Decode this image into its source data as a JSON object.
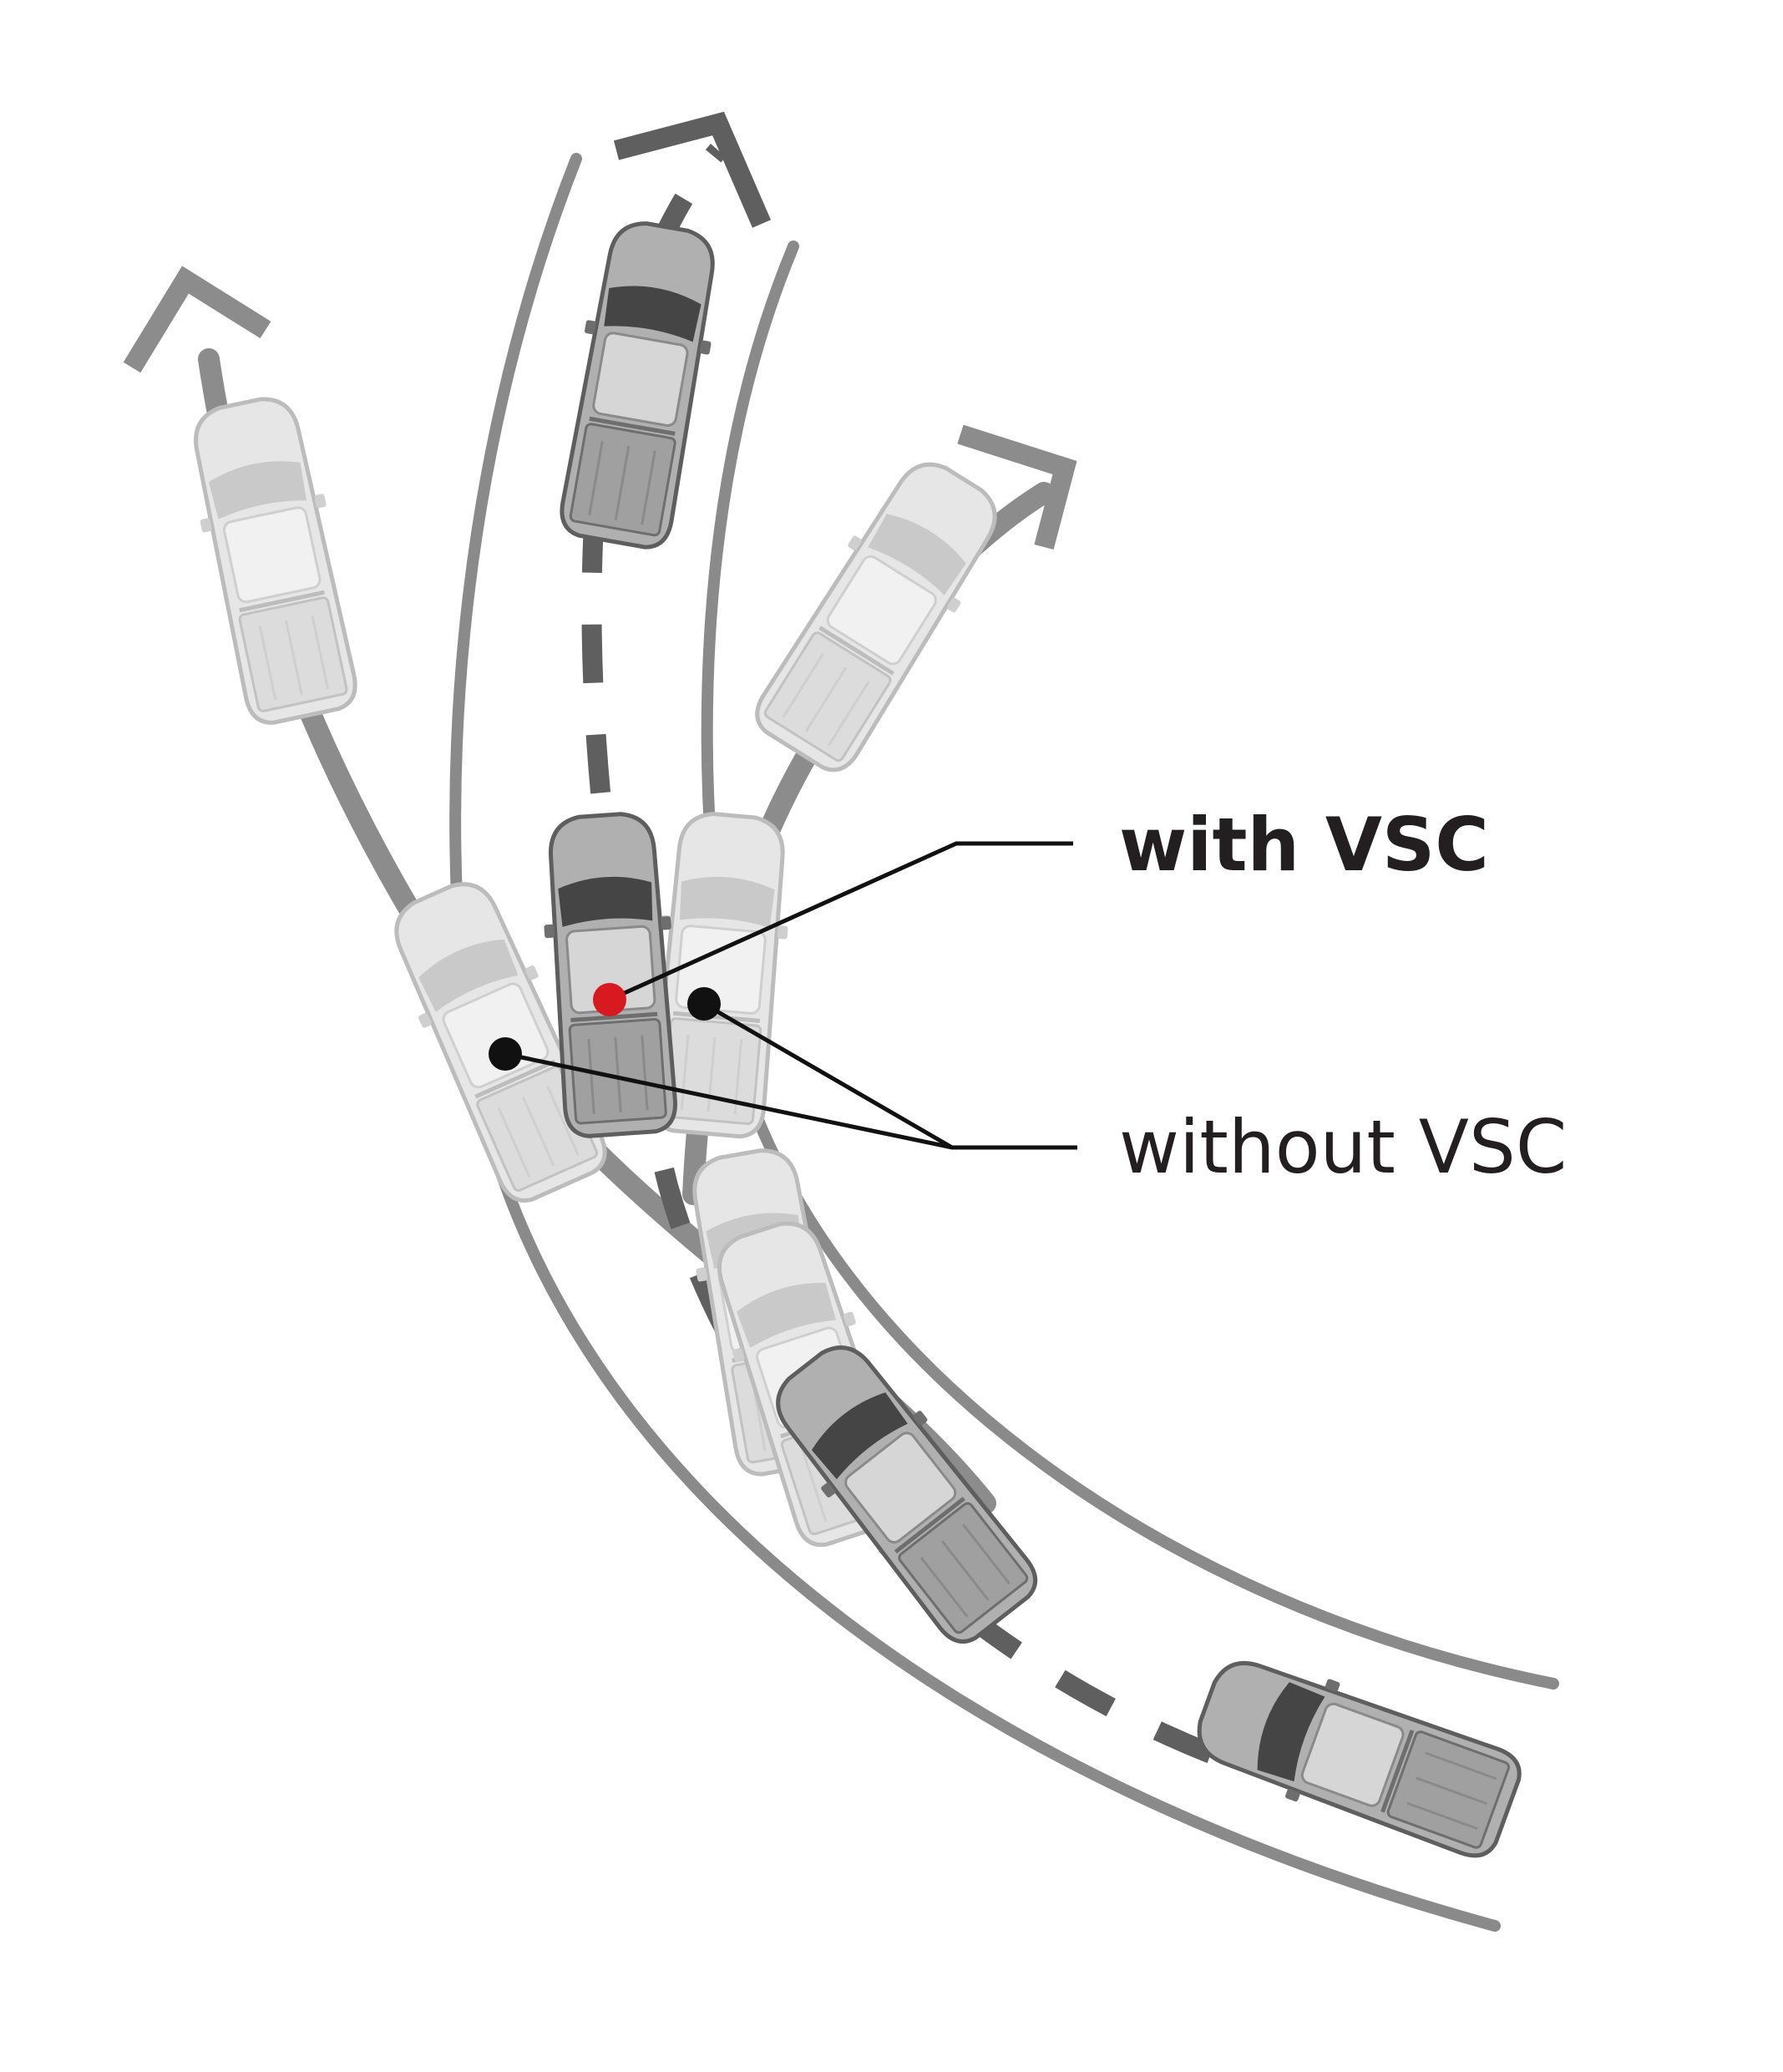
{
  "labels": {
    "with_vsc": "with VSC",
    "without_vsc": "without VSC"
  },
  "colors": {
    "background": "#ffffff",
    "road_edge": "#8a8a8a",
    "path_light": "#8c8c8c",
    "path_dark": "#5f5f5f",
    "truck_light_body": "#e4e4e4",
    "truck_light_outline": "#bdbdbd",
    "truck_dark_body": "#a9a9a9",
    "truck_dark_outline": "#5e5e5e",
    "marker_with": "#d71920",
    "marker_without": "#111111",
    "leader_line": "#111111"
  },
  "icons": {
    "truck": "pickup-truck-top-view-icon",
    "arrow": "arrow-head-icon",
    "marker": "center-of-gravity-dot"
  }
}
